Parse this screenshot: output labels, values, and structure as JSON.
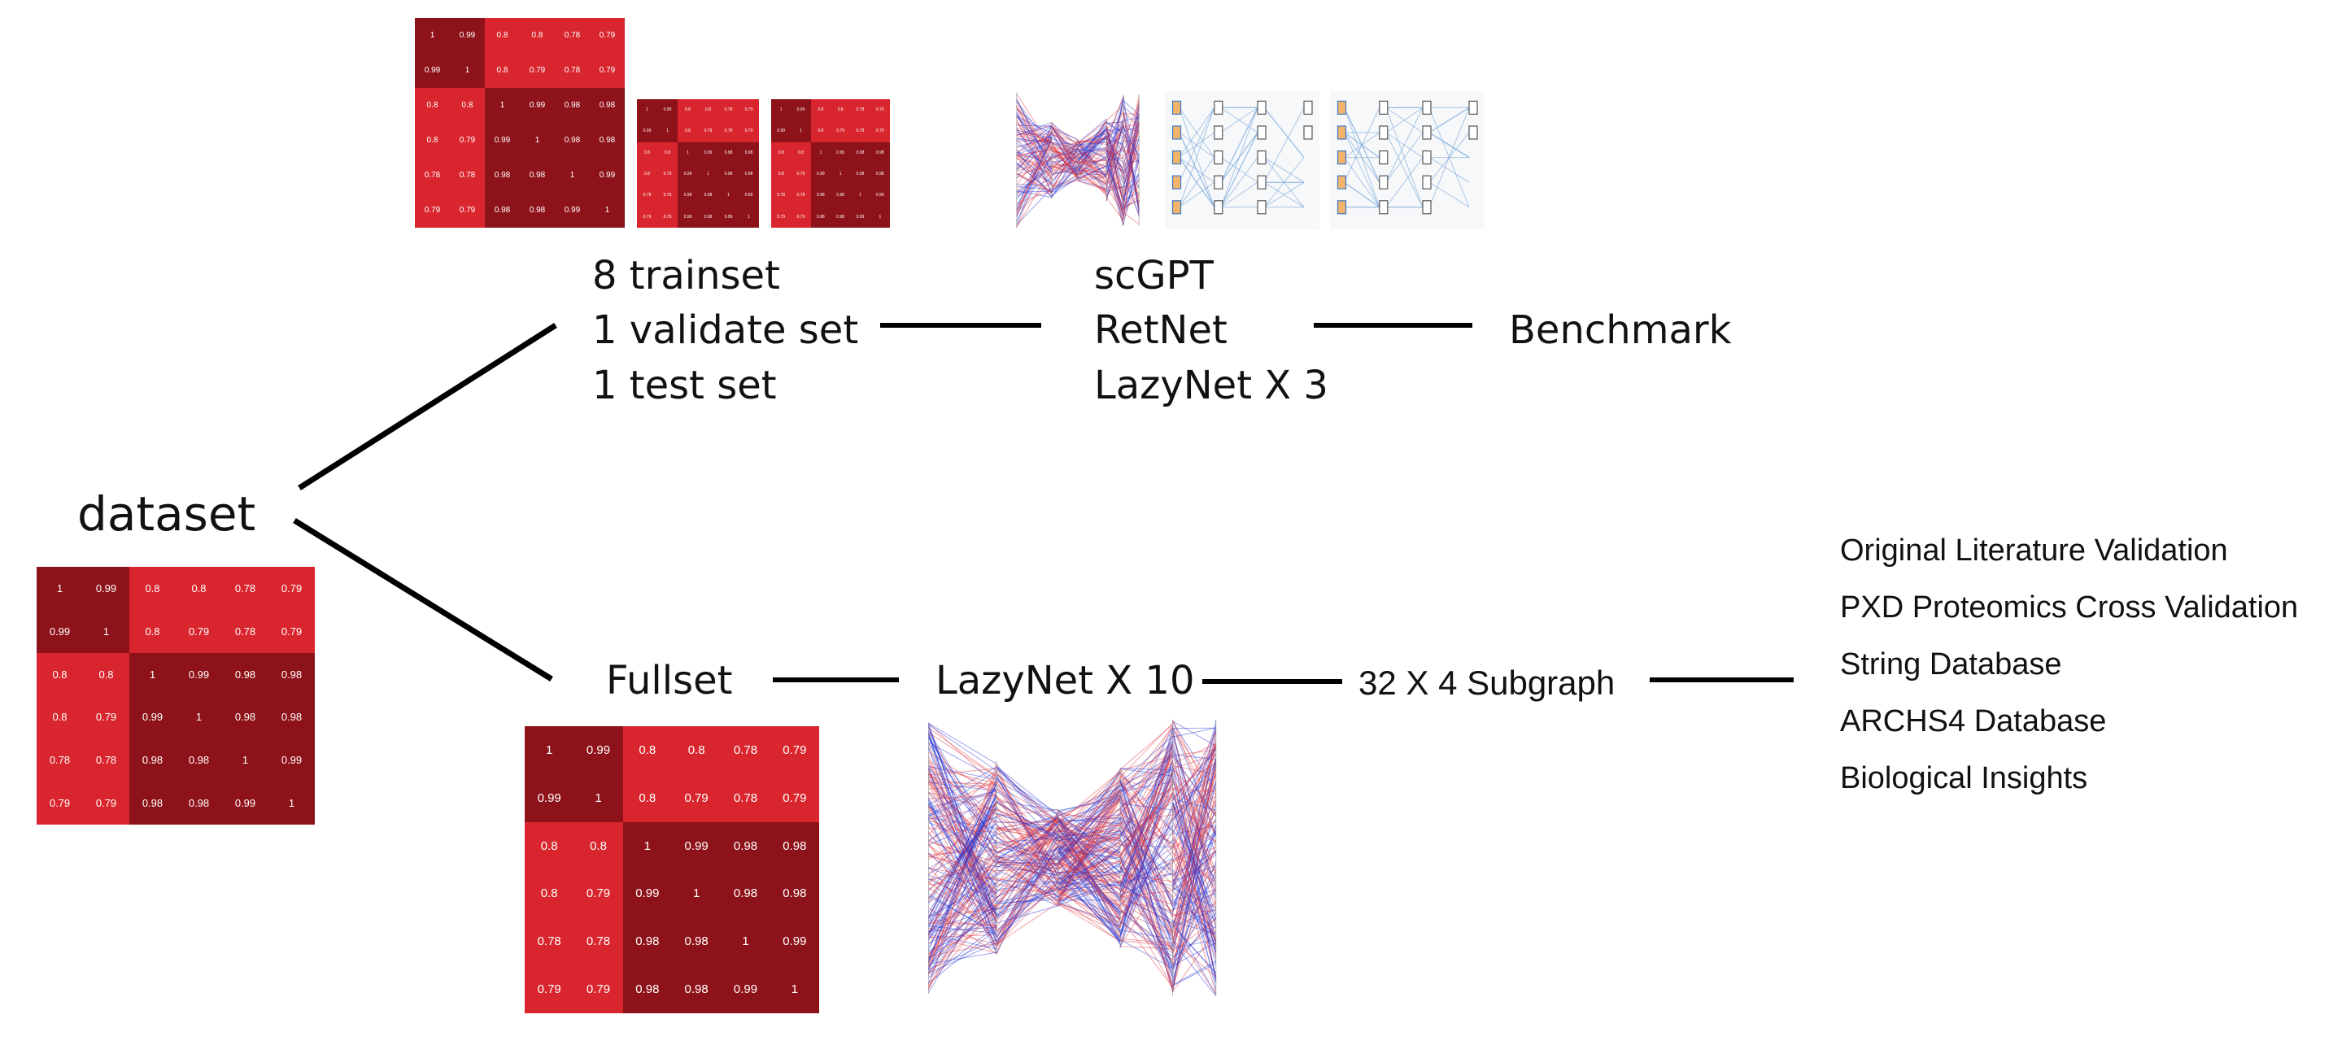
{
  "root_label": "dataset",
  "branch_top": {
    "split_lines": [
      "8 trainset",
      "1 validate set",
      "1 test set"
    ],
    "model_lines": [
      "scGPT",
      "RetNet",
      "LazyNet X 3"
    ],
    "result": "Benchmark"
  },
  "branch_bottom": {
    "fullset": "Fullset",
    "model": "LazyNet X 10",
    "subgraph": "32 X 4 Subgraph",
    "validations": [
      "Original Literature Validation",
      "PXD Proteomics Cross Validation",
      "String Database",
      "ARCHS4 Database",
      "Biological Insights"
    ]
  },
  "correlation_matrix": [
    [
      "1",
      "0.99",
      "0.8",
      "0.8",
      "0.78",
      "0.79"
    ],
    [
      "0.99",
      "1",
      "0.8",
      "0.79",
      "0.78",
      "0.79"
    ],
    [
      "0.8",
      "0.8",
      "1",
      "0.99",
      "0.98",
      "0.98"
    ],
    [
      "0.8",
      "0.79",
      "0.99",
      "1",
      "0.98",
      "0.98"
    ],
    [
      "0.78",
      "0.78",
      "0.98",
      "0.98",
      "1",
      "0.99"
    ],
    [
      "0.79",
      "0.79",
      "0.98",
      "0.98",
      "0.99",
      "1"
    ]
  ],
  "colors": {
    "diag_block": "#8e1219",
    "off_block": "#d9262e",
    "line": "#000000"
  }
}
